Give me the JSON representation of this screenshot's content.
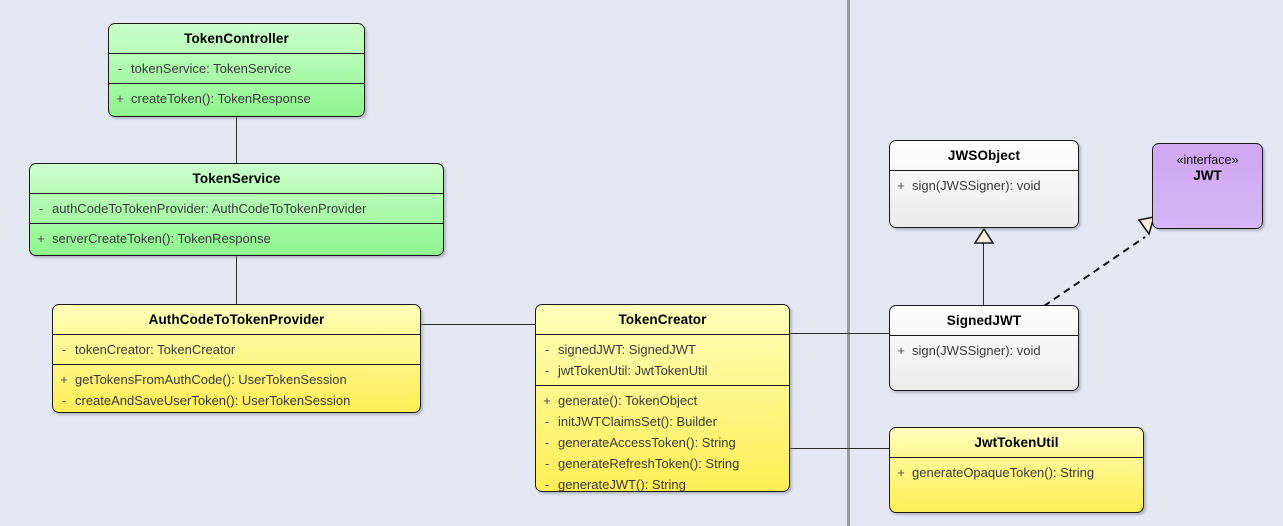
{
  "diagram": {
    "type": "uml-class-diagram",
    "background_color": "#e4e8f3",
    "page_divider_color": "#9a9a9a",
    "colors": {
      "green": "#8ef58e",
      "yellow": "#ffee55",
      "white": "#ffffff",
      "purple": "#d5b6f7"
    }
  },
  "classes": {
    "token_controller": {
      "name": "TokenController",
      "attributes": [
        {
          "visibility": "-",
          "signature": "tokenService: TokenService"
        }
      ],
      "methods": [
        {
          "visibility": "+",
          "signature": "createToken(): TokenResponse"
        }
      ]
    },
    "token_service": {
      "name": "TokenService",
      "attributes": [
        {
          "visibility": "-",
          "signature": "authCodeToTokenProvider: AuthCodeToTokenProvider"
        }
      ],
      "methods": [
        {
          "visibility": "+",
          "signature": "serverCreateToken(): TokenResponse"
        }
      ]
    },
    "auth_code_to_token_provider": {
      "name": "AuthCodeToTokenProvider",
      "attributes": [
        {
          "visibility": "-",
          "signature": "tokenCreator: TokenCreator"
        }
      ],
      "methods": [
        {
          "visibility": "+",
          "signature": "getTokensFromAuthCode(): UserTokenSession"
        },
        {
          "visibility": "-",
          "signature": "createAndSaveUserToken(): UserTokenSession"
        }
      ]
    },
    "token_creator": {
      "name": "TokenCreator",
      "attributes": [
        {
          "visibility": "-",
          "signature": "signedJWT: SignedJWT"
        },
        {
          "visibility": "-",
          "signature": "jwtTokenUtil: JwtTokenUtil"
        }
      ],
      "methods": [
        {
          "visibility": "+",
          "signature": "generate(): TokenObject"
        },
        {
          "visibility": "-",
          "signature": "initJWTClaimsSet(): Builder"
        },
        {
          "visibility": "-",
          "signature": "generateAccessToken(): String"
        },
        {
          "visibility": "-",
          "signature": "generateRefreshToken(): String"
        },
        {
          "visibility": "-",
          "signature": "generateJWT(): String"
        }
      ]
    },
    "jws_object": {
      "name": "JWSObject",
      "attributes": [],
      "methods": [
        {
          "visibility": "+",
          "signature": "sign(JWSSigner): void"
        }
      ]
    },
    "signed_jwt": {
      "name": "SignedJWT",
      "attributes": [],
      "methods": [
        {
          "visibility": "+",
          "signature": "sign(JWSSigner): void"
        }
      ]
    },
    "jwt_interface": {
      "stereotype": "«interface»",
      "name": "JWT"
    },
    "jwt_token_util": {
      "name": "JwtTokenUtil",
      "attributes": [],
      "methods": [
        {
          "visibility": "+",
          "signature": "generateOpaqueToken(): String"
        }
      ]
    }
  },
  "relations": [
    {
      "id": "controller-service",
      "from": "TokenController",
      "to": "TokenService",
      "kind": "association"
    },
    {
      "id": "service-provider",
      "from": "TokenService",
      "to": "AuthCodeToTokenProvider",
      "kind": "association"
    },
    {
      "id": "provider-creator",
      "from": "AuthCodeToTokenProvider",
      "to": "TokenCreator",
      "kind": "association"
    },
    {
      "id": "creator-signedjwt",
      "from": "TokenCreator",
      "to": "SignedJWT",
      "kind": "association"
    },
    {
      "id": "creator-jwttokenutil",
      "from": "TokenCreator",
      "to": "JwtTokenUtil",
      "kind": "association"
    },
    {
      "id": "signedjwt-jwsobject",
      "from": "SignedJWT",
      "to": "JWSObject",
      "kind": "generalization"
    },
    {
      "id": "signedjwt-jwt",
      "from": "SignedJWT",
      "to": "JWT",
      "kind": "realization"
    }
  ]
}
